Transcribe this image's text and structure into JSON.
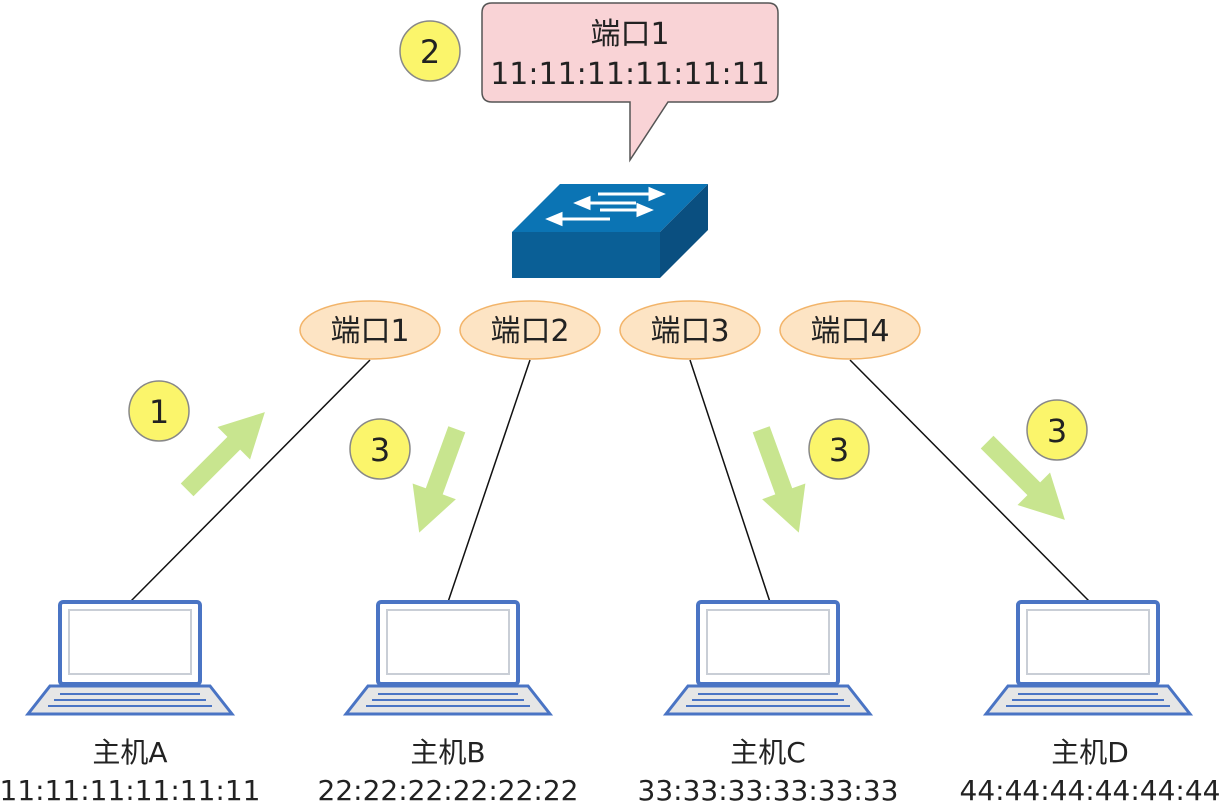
{
  "callout": {
    "step": "2",
    "port": "端口1",
    "mac": "11:11:11:11:11:11"
  },
  "ports": [
    {
      "label": "端口1"
    },
    {
      "label": "端口2"
    },
    {
      "label": "端口3"
    },
    {
      "label": "端口4"
    }
  ],
  "hosts": [
    {
      "name": "主机A",
      "mac": "11:11:11:11:11:11"
    },
    {
      "name": "主机B",
      "mac": "22:22:22:22:22:22"
    },
    {
      "name": "主机C",
      "mac": "33:33:33:33:33:33"
    },
    {
      "name": "主机D",
      "mac": "44:44:44:44:44:44"
    }
  ],
  "steps": [
    {
      "number": "1"
    },
    {
      "number": "3"
    },
    {
      "number": "3"
    },
    {
      "number": "3"
    }
  ],
  "colors": {
    "callout_fill": "#f9d3d6",
    "port_fill": "#fde4c4",
    "port_stroke": "#f2b46a",
    "step_fill": "#fbf56b",
    "arrow": "#c8e58f",
    "switch_top": "#0b74b4",
    "switch_front": "#0a5f96",
    "laptop_frame": "#4a74c4"
  }
}
